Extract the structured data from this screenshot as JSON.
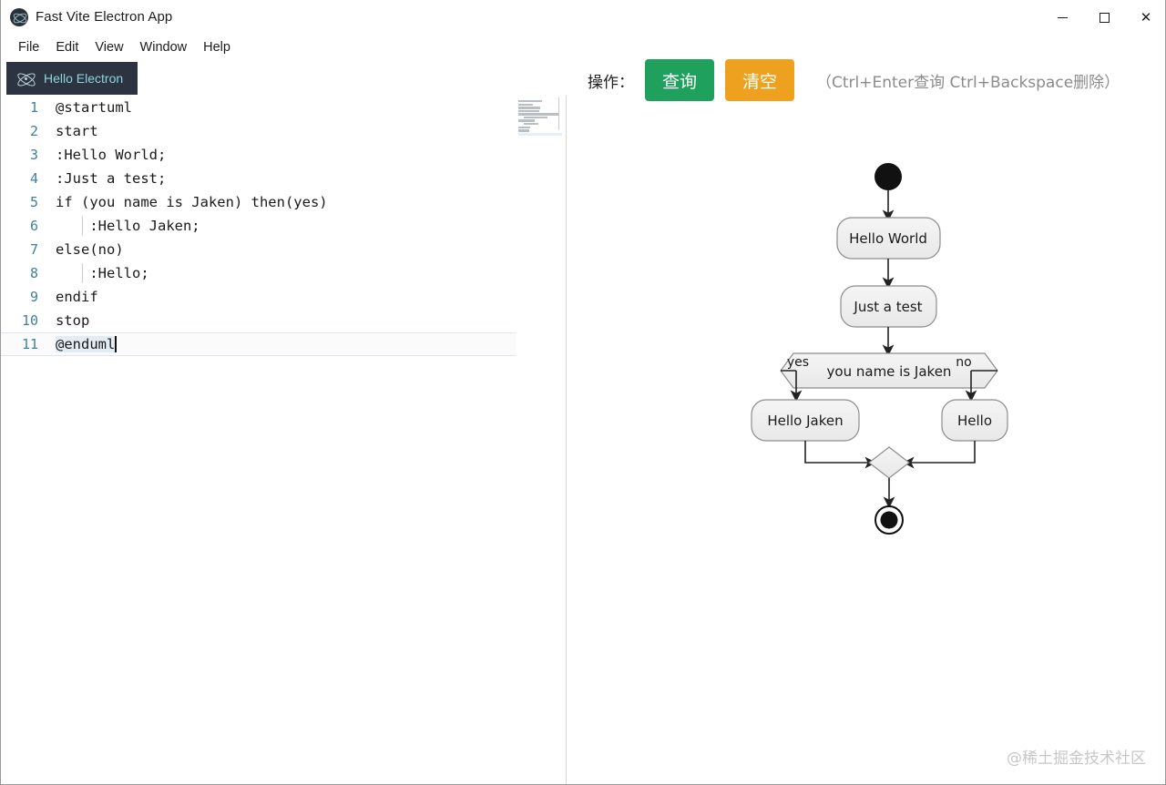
{
  "window": {
    "title": "Fast Vite Electron App",
    "app_icon": "electron-atom-icon",
    "controls": {
      "minimize": "–",
      "maximize": "□",
      "close": "✕"
    }
  },
  "menubar": {
    "items": [
      {
        "label": "File"
      },
      {
        "label": "Edit"
      },
      {
        "label": "View"
      },
      {
        "label": "Window"
      },
      {
        "label": "Help"
      }
    ]
  },
  "tabs": [
    {
      "label": "Hello Electron",
      "icon": "electron-atom-icon",
      "active": true
    }
  ],
  "editor": {
    "language": "plantuml",
    "active_line": 11,
    "lines": [
      {
        "num": "1",
        "text": "@startuml"
      },
      {
        "num": "2",
        "text": "start"
      },
      {
        "num": "3",
        "text": ":Hello World;"
      },
      {
        "num": "4",
        "text": ":Just a test;"
      },
      {
        "num": "5",
        "text": "if (you name is Jaken) then(yes)"
      },
      {
        "num": "6",
        "text": "    :Hello Jaken;"
      },
      {
        "num": "7",
        "text": "else(no)"
      },
      {
        "num": "8",
        "text": "    :Hello;"
      },
      {
        "num": "9",
        "text": "endif"
      },
      {
        "num": "10",
        "text": "stop"
      },
      {
        "num": "11",
        "text": "@enduml"
      }
    ]
  },
  "toolbar": {
    "label": "操作：",
    "query_button": "查询",
    "clear_button": "清空",
    "hint": "（Ctrl+Enter查询 Ctrl+Backspace删除）",
    "query_color": "#1fa05c",
    "clear_color": "#eda11f"
  },
  "diagram": {
    "type": "uml-activity-diagram",
    "nodes": [
      {
        "id": "start",
        "kind": "start-node",
        "label": ""
      },
      {
        "id": "n1",
        "kind": "activity",
        "label": "Hello World"
      },
      {
        "id": "n2",
        "kind": "activity",
        "label": "Just a test"
      },
      {
        "id": "decision",
        "kind": "decision",
        "label": "you name is Jaken"
      },
      {
        "id": "n3",
        "kind": "activity",
        "label": "Hello Jaken"
      },
      {
        "id": "n4",
        "kind": "activity",
        "label": "Hello"
      },
      {
        "id": "merge",
        "kind": "merge-diamond",
        "label": ""
      },
      {
        "id": "end",
        "kind": "end-node",
        "label": ""
      }
    ],
    "branch_labels": {
      "yes": "yes",
      "no": "no"
    }
  },
  "watermark": "@稀土掘金技术社区"
}
